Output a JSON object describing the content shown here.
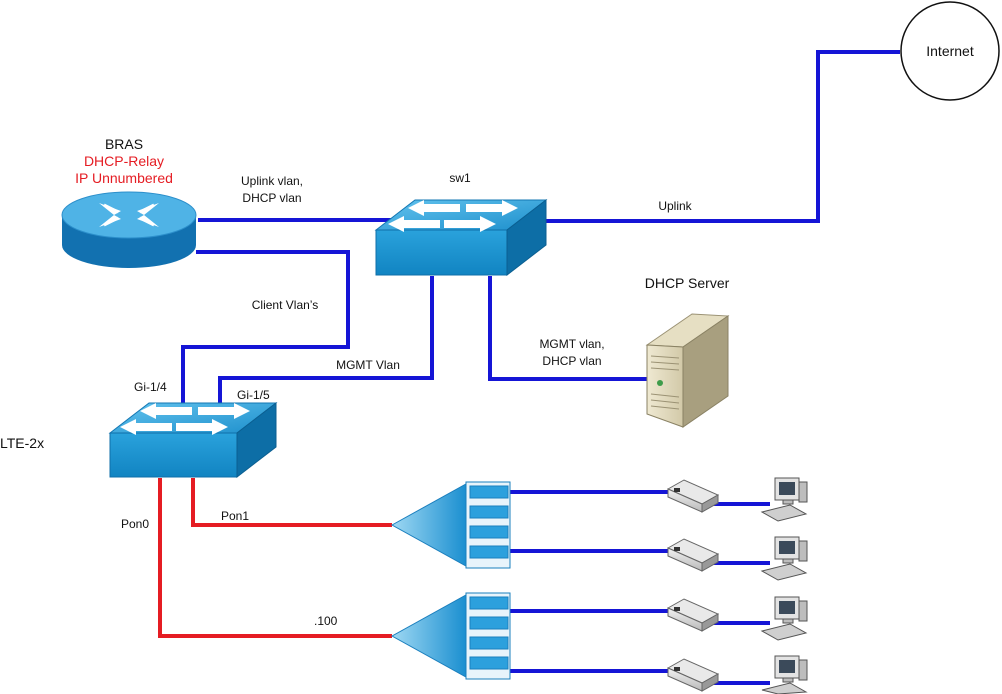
{
  "nodes": {
    "bras": {
      "name": "BRAS",
      "role": "DHCP-Relay",
      "mode": "IP Unnumbered"
    },
    "sw1": {
      "name": "sw1"
    },
    "internet": {
      "name": "Internet"
    },
    "dhcp_server": {
      "name": "DHCP Server"
    },
    "lte": {
      "name": "LTE-2x"
    }
  },
  "links": {
    "bras_sw1": {
      "line1": "Uplink vlan,",
      "line2": "DHCP vlan"
    },
    "sw1_internet": {
      "label": "Uplink"
    },
    "bras_lte": {
      "label": "Client Vlan’s"
    },
    "sw1_lte": {
      "label": "MGMT Vlan"
    },
    "sw1_dhcp": {
      "line1": "MGMT vlan,",
      "line2": "DHCP vlan"
    }
  },
  "ports": {
    "gi14": "Gi-1/4",
    "gi15": "Gi-1/5",
    "pon0": "Pon0",
    "pon1": "Pon1",
    "vlan100": ".100"
  },
  "colors": {
    "blue_link": "#1515d6",
    "red_link": "#e51c23",
    "device_blue": "#1b9ad4",
    "device_dark": "#0d6ea6",
    "label_red": "#e51c23"
  }
}
